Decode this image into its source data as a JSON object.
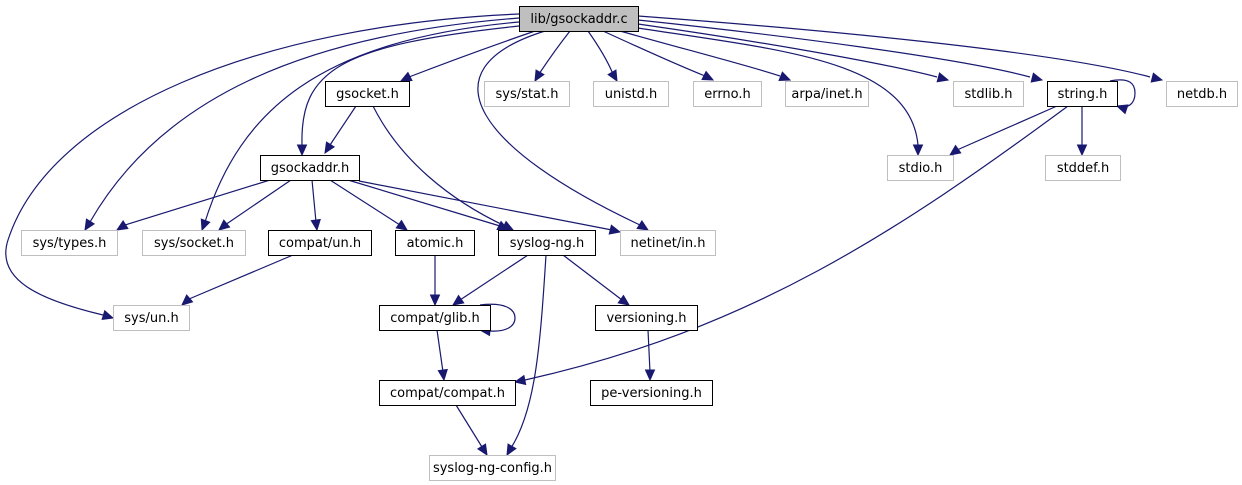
{
  "graph": {
    "title": "lib/gsockaddr.c",
    "edge_color": "#191970",
    "root_fill": "#bfbfbf",
    "documented_border": "#000000",
    "undocumented_border": "#bfbfbf",
    "nodes": [
      {
        "id": "root",
        "label": "lib/gsockaddr.c",
        "kind": "root"
      },
      {
        "id": "gsocket",
        "label": "gsocket.h",
        "kind": "documented"
      },
      {
        "id": "sysstat",
        "label": "sys/stat.h",
        "kind": "external"
      },
      {
        "id": "unistd",
        "label": "unistd.h",
        "kind": "external"
      },
      {
        "id": "errno",
        "label": "errno.h",
        "kind": "external"
      },
      {
        "id": "arpainet",
        "label": "arpa/inet.h",
        "kind": "external"
      },
      {
        "id": "stdlib",
        "label": "stdlib.h",
        "kind": "external"
      },
      {
        "id": "string",
        "label": "string.h",
        "kind": "documented"
      },
      {
        "id": "netdb",
        "label": "netdb.h",
        "kind": "external"
      },
      {
        "id": "gsockaddr",
        "label": "gsockaddr.h",
        "kind": "documented"
      },
      {
        "id": "stdio",
        "label": "stdio.h",
        "kind": "external"
      },
      {
        "id": "stddef",
        "label": "stddef.h",
        "kind": "external"
      },
      {
        "id": "systypes",
        "label": "sys/types.h",
        "kind": "external"
      },
      {
        "id": "syssocket",
        "label": "sys/socket.h",
        "kind": "external"
      },
      {
        "id": "compatun",
        "label": "compat/un.h",
        "kind": "documented"
      },
      {
        "id": "atomic",
        "label": "atomic.h",
        "kind": "documented"
      },
      {
        "id": "syslogng",
        "label": "syslog-ng.h",
        "kind": "documented"
      },
      {
        "id": "netinetin",
        "label": "netinet/in.h",
        "kind": "external"
      },
      {
        "id": "sysun",
        "label": "sys/un.h",
        "kind": "external"
      },
      {
        "id": "compatglib",
        "label": "compat/glib.h",
        "kind": "documented"
      },
      {
        "id": "versioning",
        "label": "versioning.h",
        "kind": "documented"
      },
      {
        "id": "compatcompat",
        "label": "compat/compat.h",
        "kind": "documented"
      },
      {
        "id": "peversioning",
        "label": "pe-versioning.h",
        "kind": "documented"
      },
      {
        "id": "syslogngconfig",
        "label": "syslog-ng-config.h",
        "kind": "external"
      }
    ],
    "edges": [
      [
        "root",
        "gsocket"
      ],
      [
        "root",
        "sysstat"
      ],
      [
        "root",
        "unistd"
      ],
      [
        "root",
        "errno"
      ],
      [
        "root",
        "arpainet"
      ],
      [
        "root",
        "stdlib"
      ],
      [
        "root",
        "string"
      ],
      [
        "root",
        "netdb"
      ],
      [
        "root",
        "gsockaddr"
      ],
      [
        "root",
        "stdio"
      ],
      [
        "root",
        "systypes"
      ],
      [
        "root",
        "syssocket"
      ],
      [
        "root",
        "netinetin"
      ],
      [
        "root",
        "sysun"
      ],
      [
        "gsocket",
        "gsockaddr"
      ],
      [
        "gsocket",
        "syslogng"
      ],
      [
        "string",
        "string"
      ],
      [
        "string",
        "stdio"
      ],
      [
        "string",
        "stddef"
      ],
      [
        "string",
        "compatcompat"
      ],
      [
        "gsockaddr",
        "systypes"
      ],
      [
        "gsockaddr",
        "syssocket"
      ],
      [
        "gsockaddr",
        "compatun"
      ],
      [
        "gsockaddr",
        "atomic"
      ],
      [
        "gsockaddr",
        "syslogng"
      ],
      [
        "gsockaddr",
        "netinetin"
      ],
      [
        "compatun",
        "sysun"
      ],
      [
        "atomic",
        "compatglib"
      ],
      [
        "syslogng",
        "compatglib"
      ],
      [
        "syslogng",
        "versioning"
      ],
      [
        "syslogng",
        "syslogngconfig"
      ],
      [
        "compatglib",
        "compatglib"
      ],
      [
        "compatglib",
        "compatcompat"
      ],
      [
        "versioning",
        "peversioning"
      ],
      [
        "compatcompat",
        "syslogngconfig"
      ]
    ]
  }
}
